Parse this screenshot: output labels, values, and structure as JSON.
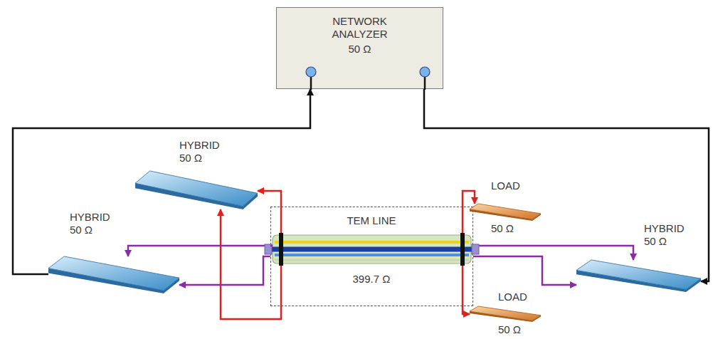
{
  "diagram": {
    "nodes": [
      {
        "text": [
          "NETWORK ANALYZER",
          "50 Ω"
        ]
      },
      {
        "text": [
          "HYBRID",
          "50 Ω"
        ]
      },
      {
        "text": [
          "HYBRID",
          "50 Ω"
        ]
      },
      {
        "text": [
          "TEM LINE",
          "399.7 Ω"
        ]
      },
      {
        "text": [
          "LOAD",
          "50 Ω"
        ]
      },
      {
        "text": [
          "LOAD",
          "50 Ω"
        ]
      },
      {
        "text": [
          "HYBRID",
          "50 Ω"
        ]
      }
    ],
    "edges": [
      {
        "from": 2,
        "to": 0,
        "arrow": "to"
      },
      {
        "from": 0,
        "to": 6,
        "arrow": "to"
      },
      {
        "from": 3,
        "to": 1,
        "arrow": "to"
      },
      {
        "from": 3,
        "to": 1,
        "arrow": "to"
      },
      {
        "from": 3,
        "to": 4,
        "arrow": "to"
      },
      {
        "from": 3,
        "to": 5,
        "arrow": "to"
      },
      {
        "from": 3,
        "to": 2,
        "arrow": "to"
      },
      {
        "from": 3,
        "to": 2,
        "arrow": "to"
      },
      {
        "from": 3,
        "to": 6,
        "arrow": "to"
      },
      {
        "from": 3,
        "to": 6,
        "arrow": "to"
      }
    ]
  }
}
